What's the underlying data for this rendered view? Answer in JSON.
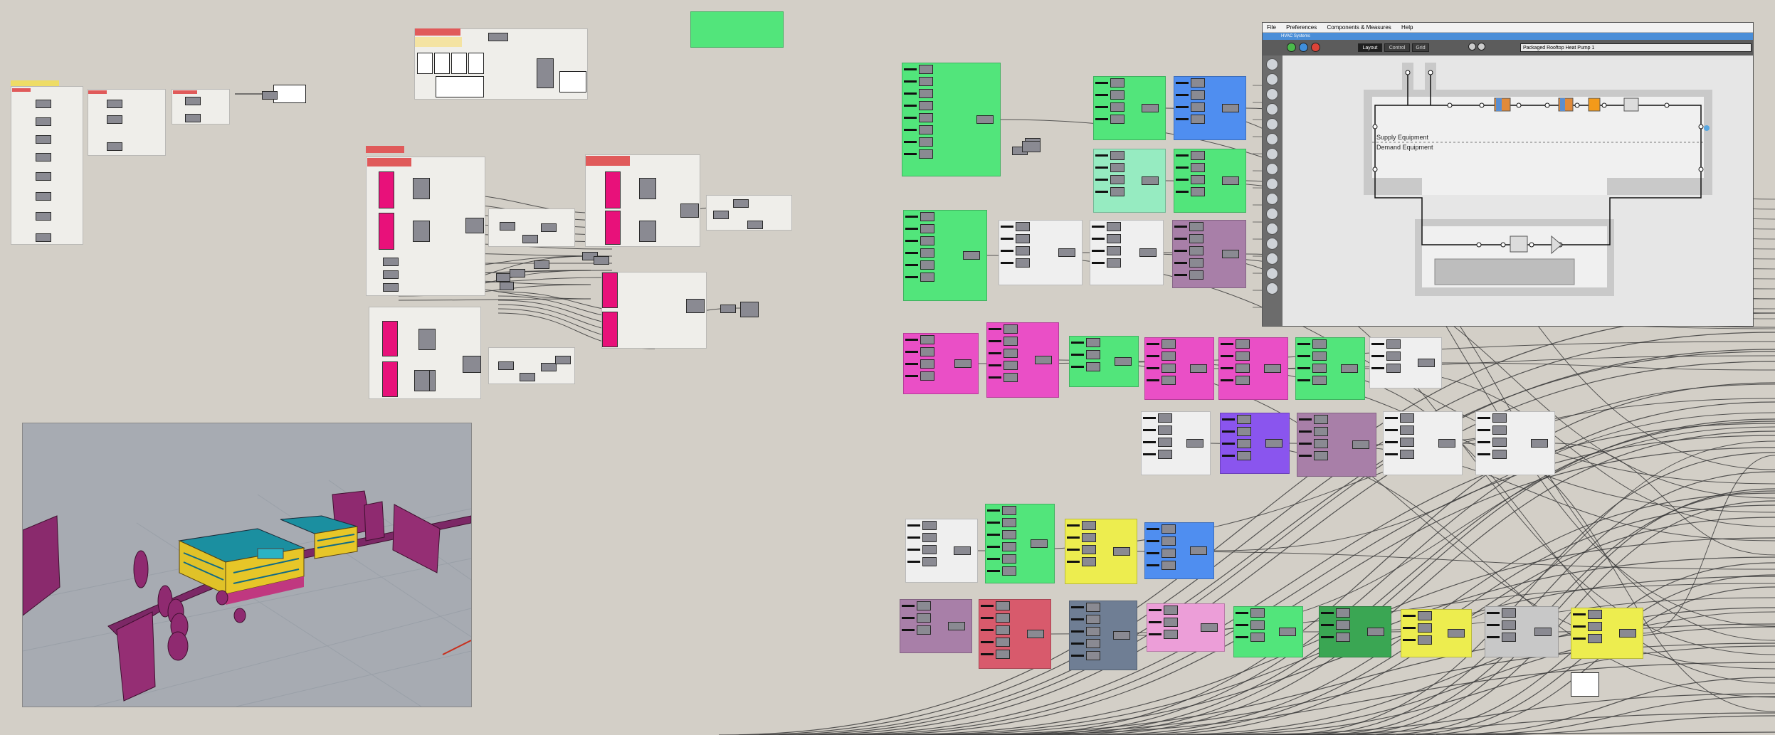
{
  "app": {
    "name": "Grasshopper canvas with OpenStudio HVAC editor"
  },
  "colors": {
    "canvas": "#d3cfc7",
    "group_green": "#52e57b",
    "group_blue": "#4f8ef0",
    "group_mint": "#96ebc1",
    "group_purple": "#a87fa8",
    "group_magenta": "#ea4fc6",
    "group_violet": "#8a55ee",
    "group_yellow": "#eded4f",
    "group_red": "#d85a6c",
    "group_slate": "#6f7e94",
    "group_pink": "#ec9ed8",
    "group_darkgreen": "#3aa653",
    "group_grey": "#c8c8c8",
    "group_white": "#efefef"
  },
  "hvac_dialog": {
    "menu": [
      "File",
      "Preferences",
      "Components & Measures",
      "Help"
    ],
    "window_title": "HVAC Systems",
    "toolbar": {
      "layout_label": "Layout",
      "control_label": "Control",
      "grid_label": "Grid",
      "system_select_value": "Packaged Rooftop Heat Pump 1"
    },
    "canvas": {
      "supply_label": "Supply Equipment",
      "demand_label": "Demand Equipment"
    },
    "sidebar_icons": [
      "library-icon",
      "air-loop-icon",
      "plant-loop-icon",
      "zone-icon",
      "schedule-icon",
      "chiller-icon",
      "boiler-icon",
      "fan-icon",
      "coil-icon",
      "pump-icon",
      "tools-icon",
      "clear-icon",
      "link-icon",
      "settings-icon",
      "cycle-icon",
      "zoom-icon"
    ]
  },
  "viewport": {
    "description_icon": "3d-building-viewport"
  }
}
